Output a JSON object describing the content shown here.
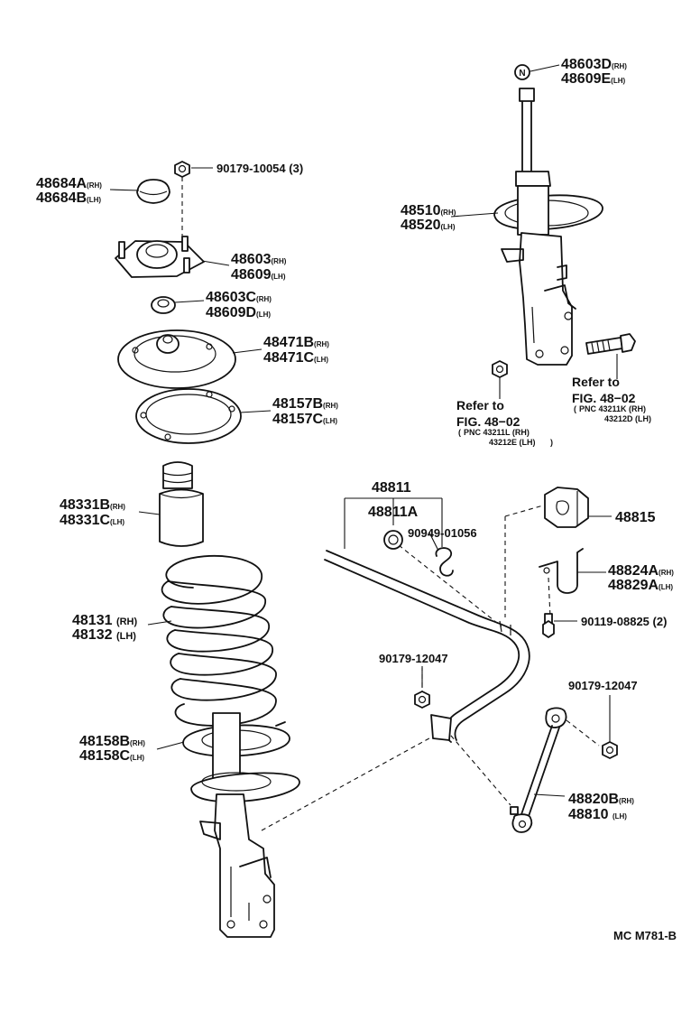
{
  "diagram_code": "MC M781-B",
  "parts": {
    "strut_insulator_cap_n": {
      "part": "48603D",
      "sfx": "(RH)",
      "part2": "48609E",
      "sfx2": "(LH)",
      "marker": "N"
    },
    "strut_assembly": {
      "part": "48510",
      "sfx": "(RH)",
      "part2": "48520",
      "sfx2": "(LH)"
    },
    "nut_top": {
      "part": "90179-10054",
      "qty": "(3)"
    },
    "cap": {
      "part": "48684A",
      "sfx": "(RH)",
      "part2": "48684B",
      "sfx2": "(LH)"
    },
    "support": {
      "part": "48603",
      "sfx": "(RH)",
      "part2": "48609",
      "sfx2": "(LH)"
    },
    "collar": {
      "part": "48603C",
      "sfx": "(RH)",
      "part2": "48609D",
      "sfx2": "(LH)"
    },
    "seat_upper": {
      "part": "48471B",
      "sfx": "(RH)",
      "part2": "48471C",
      "sfx2": "(LH)"
    },
    "insulator_upper": {
      "part": "48157B",
      "sfx": "(RH)",
      "part2": "48157C",
      "sfx2": "(LH)"
    },
    "bumper": {
      "part": "48331B",
      "sfx": "(RH)",
      "part2": "48331C",
      "sfx2": "(LH)"
    },
    "coil_spring": {
      "part": "48131",
      "sfx": "(RH)",
      "part2": "48132",
      "sfx2": "(LH)"
    },
    "insulator_lower": {
      "part": "48158B",
      "sfx": "(RH)",
      "part2": "48158C",
      "sfx2": "(LH)"
    },
    "stabilizer_bar": {
      "part": "48811"
    },
    "bushing_set": {
      "part": "48811A"
    },
    "clip": {
      "part": "90949-01056"
    },
    "bushing": {
      "part": "48815"
    },
    "bracket": {
      "part": "48824A",
      "sfx": "(RH)",
      "part2": "48829A",
      "sfx2": "(LH)"
    },
    "bolt": {
      "part": "90119-08825",
      "qty": "(2)"
    },
    "nut_mid": {
      "part": "90179-12047"
    },
    "nut_right": {
      "part": "90179-12047"
    },
    "link": {
      "part": "48820B",
      "sfx": "(RH)",
      "part2": "48810",
      "sfx2": "(LH)"
    }
  },
  "references": {
    "left": {
      "line1": "Refer to",
      "line2": "FIG. 48−02",
      "pnc1": "PNC 43211L (RH)",
      "pnc2": "43212E (LH)"
    },
    "right": {
      "line1": "Refer to",
      "line2": "FIG. 48−02",
      "pnc1": "PNC 43211K (RH)",
      "pnc2": "43212D (LH)"
    }
  }
}
